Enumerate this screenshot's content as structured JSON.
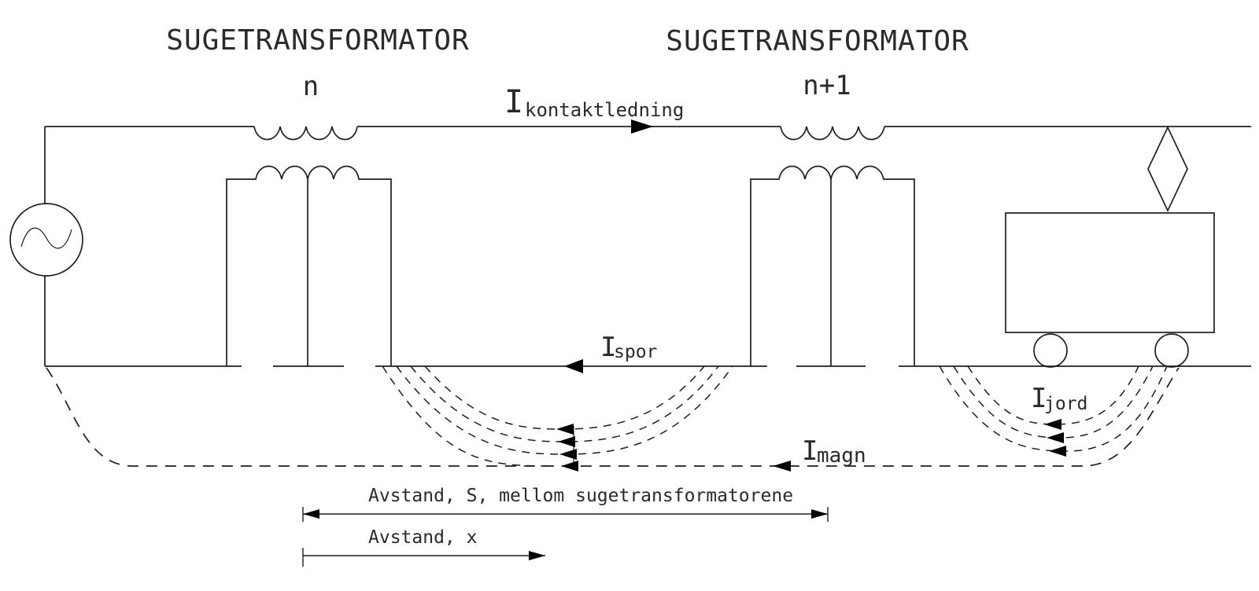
{
  "page": {
    "background": "#ffffff",
    "line_color": "#1f1f1f",
    "text_color": "#2a2a2a"
  },
  "transformers": {
    "left": {
      "title": "SUGETRANSFORMATOR",
      "index": "n"
    },
    "right": {
      "title": "SUGETRANSFORMATOR",
      "index": "n+1"
    }
  },
  "currents": {
    "contact": {
      "symbol": "I",
      "sub": "kontaktledning"
    },
    "rail": {
      "symbol": "I",
      "sub": "spor"
    },
    "ground": {
      "symbol": "I",
      "sub": "jord"
    },
    "magnetizing": {
      "symbol": "I",
      "sub": "magn"
    }
  },
  "dimensions": {
    "s_label": "Avstand, S, mellom sugetransformatorene",
    "x_label": "Avstand, x"
  }
}
